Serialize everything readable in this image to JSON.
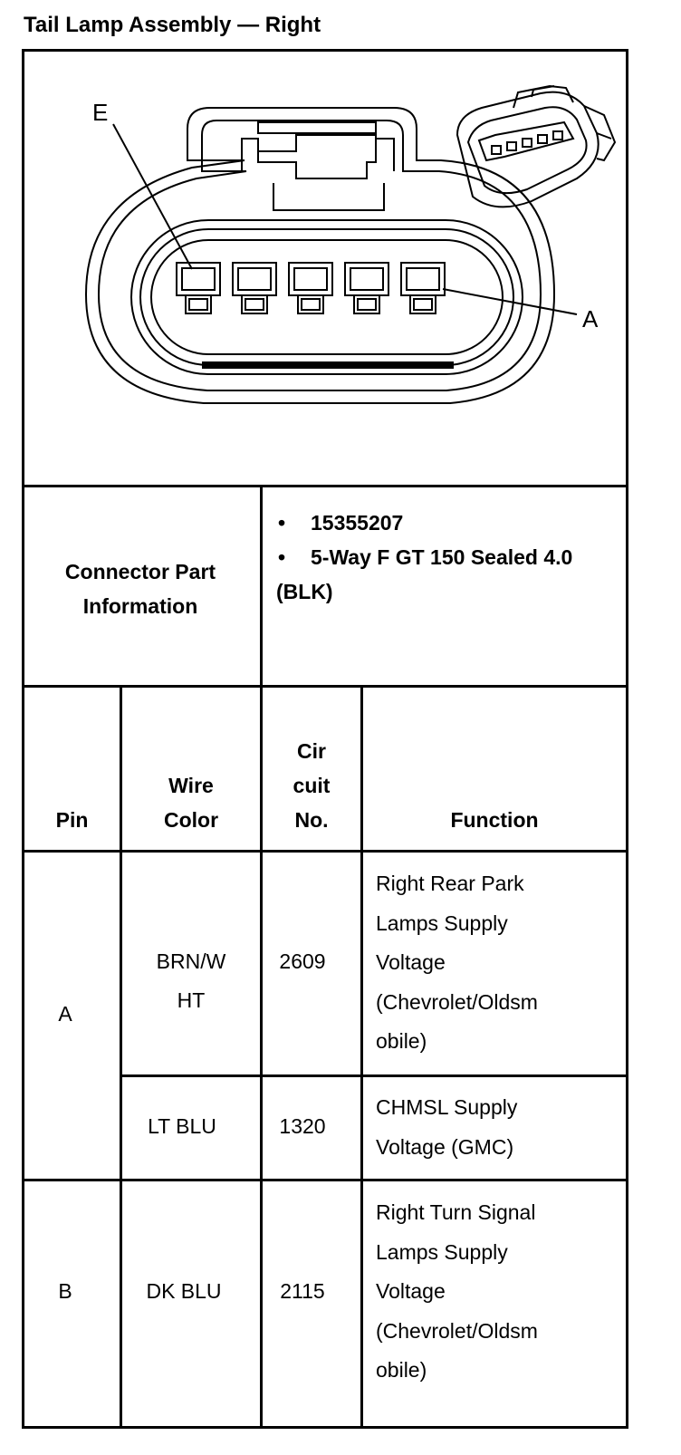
{
  "title": "Tail Lamp Assembly — Right",
  "diagram": {
    "label_e": "E",
    "label_a": "A"
  },
  "connector_info": {
    "label": "Connector Part Information",
    "items": [
      "15355207",
      "5-Way F GT 150 Sealed 4.0 (BLK)"
    ]
  },
  "table": {
    "headers": {
      "pin": "Pin",
      "wire_color_1": "Wire",
      "wire_color_2": "Color",
      "circuit_1": "Cir",
      "circuit_2": "cuit",
      "circuit_3": "No.",
      "function": "Function"
    },
    "rows": [
      {
        "pin": "A",
        "entries": [
          {
            "wire_color_lines": [
              "BRN/W",
              "HT"
            ],
            "circuit": "2609",
            "function_lines": [
              "Right Rear Park",
              "Lamps Supply",
              "Voltage",
              "(Chevrolet/Oldsm",
              "obile)"
            ]
          },
          {
            "wire_color_lines": [
              "LT BLU"
            ],
            "circuit": "1320",
            "function_lines": [
              "CHMSL Supply",
              "Voltage (GMC)"
            ]
          }
        ]
      },
      {
        "pin": "B",
        "entries": [
          {
            "wire_color_lines": [
              "DK BLU"
            ],
            "circuit": "2115",
            "function_lines": [
              "Right Turn Signal",
              "Lamps Supply",
              "Voltage",
              "(Chevrolet/Oldsm",
              "obile)"
            ]
          }
        ]
      }
    ]
  }
}
